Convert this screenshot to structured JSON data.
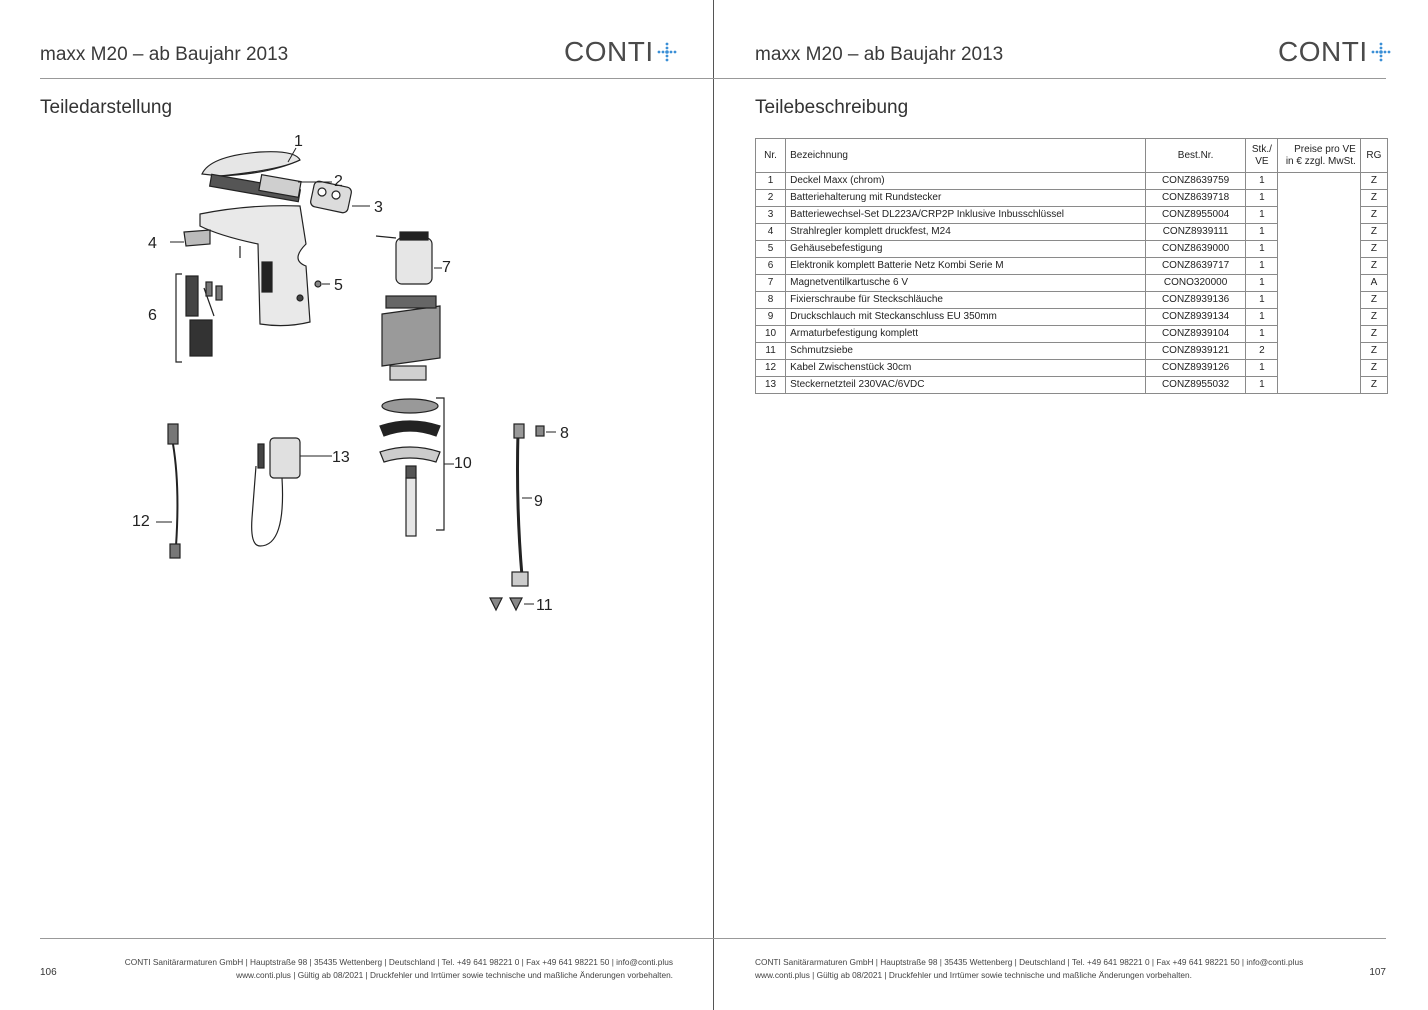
{
  "left_page": {
    "header_title": "maxx M20 – ab Baujahr 2013",
    "logo": "CONTI",
    "section_title": "Teiledarstellung",
    "callouts": [
      "1",
      "2",
      "3",
      "4",
      "5",
      "6",
      "7",
      "8",
      "9",
      "10",
      "11",
      "12",
      "13"
    ],
    "footer_line1": "CONTI Sanitärarmaturen GmbH | Hauptstraße 98 | 35435 Wettenberg | Deutschland | Tel. +49 641 98221 0 | Fax +49 641 98221 50 | info@conti.plus",
    "footer_line2": "www.conti.plus | Gültig ab 08/2021 | Druckfehler und Irrtümer sowie technische und maßliche Änderungen vorbehalten.",
    "page_number": "106"
  },
  "right_page": {
    "header_title": "maxx M20 – ab Baujahr 2013",
    "logo": "CONTI",
    "section_title": "Teilebeschreibung",
    "table": {
      "headers": {
        "nr": "Nr.",
        "bezeichnung": "Bezeichnung",
        "best_nr": "Best.Nr.",
        "stk_line1": "Stk./",
        "stk_line2": "VE",
        "preis_line1": "Preise pro VE",
        "preis_line2": "in € zzgl. MwSt.",
        "rg": "RG"
      },
      "rows": [
        {
          "nr": "1",
          "bezeichnung": "Deckel Maxx (chrom)",
          "best_nr": "CONZ8639759",
          "stk": "1",
          "rg": "Z"
        },
        {
          "nr": "2",
          "bezeichnung": "Batteriehalterung mit Rundstecker",
          "best_nr": "CONZ8639718",
          "stk": "1",
          "rg": "Z"
        },
        {
          "nr": "3",
          "bezeichnung": "Batteriewechsel-Set DL223A/CRP2P Inklusive Inbusschlüssel",
          "best_nr": "CONZ8955004",
          "stk": "1",
          "rg": "Z"
        },
        {
          "nr": "4",
          "bezeichnung": "Strahlregler komplett druckfest, M24",
          "best_nr": "CONZ8939111",
          "stk": "1",
          "rg": "Z"
        },
        {
          "nr": "5",
          "bezeichnung": "Gehäusebefestigung",
          "best_nr": "CONZ8639000",
          "stk": "1",
          "rg": "Z"
        },
        {
          "nr": "6",
          "bezeichnung": "Elektronik komplett Batterie Netz Kombi Serie M",
          "best_nr": "CONZ8639717",
          "stk": "1",
          "rg": "Z"
        },
        {
          "nr": "7",
          "bezeichnung": "Magnetventilkartusche 6 V",
          "best_nr": "CONO320000",
          "stk": "1",
          "rg": "A"
        },
        {
          "nr": "8",
          "bezeichnung": "Fixierschraube für Steckschläuche",
          "best_nr": "CONZ8939136",
          "stk": "1",
          "rg": "Z"
        },
        {
          "nr": "9",
          "bezeichnung": "Druckschlauch mit Steckanschluss EU 350mm",
          "best_nr": "CONZ8939134",
          "stk": "1",
          "rg": "Z"
        },
        {
          "nr": "10",
          "bezeichnung": "Armaturbefestigung komplett",
          "best_nr": "CONZ8939104",
          "stk": "1",
          "rg": "Z"
        },
        {
          "nr": "11",
          "bezeichnung": "Schmutzsiebe",
          "best_nr": "CONZ8939121",
          "stk": "2",
          "rg": "Z"
        },
        {
          "nr": "12",
          "bezeichnung": "Kabel Zwischenstück 30cm",
          "best_nr": "CONZ8939126",
          "stk": "1",
          "rg": "Z"
        },
        {
          "nr": "13",
          "bezeichnung": "Steckernetzteil 230VAC/6VDC",
          "best_nr": "CONZ8955032",
          "stk": "1",
          "rg": "Z"
        }
      ]
    },
    "footer_line1": "CONTI Sanitärarmaturen GmbH | Hauptstraße 98 | 35435 Wettenberg | Deutschland | Tel. +49 641 98221 0 | Fax +49 641 98221 50 | info@conti.plus",
    "footer_line2": "www.conti.plus | Gültig ab 08/2021 | Druckfehler und Irrtümer sowie technische und maßliche Änderungen vorbehalten.",
    "page_number": "107"
  },
  "colors": {
    "logo_accent": "#3a8fd6",
    "text": "#2b2b2b",
    "rule": "#999999"
  },
  "icons": [
    "conti-plus-logo-icon"
  ]
}
